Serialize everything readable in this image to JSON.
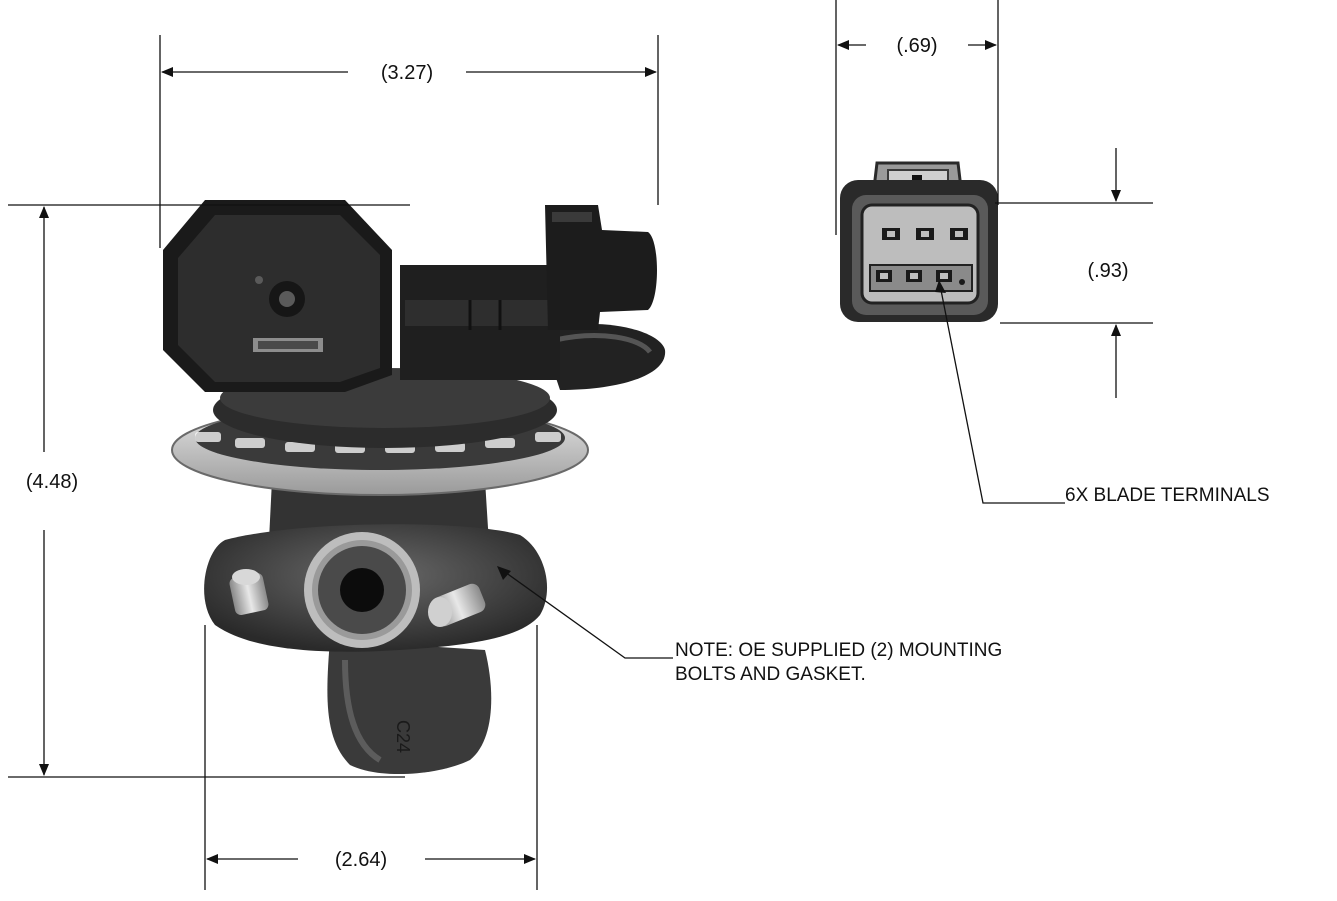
{
  "dimensions": {
    "width_overall": "(3.27)",
    "height_overall": "(4.48)",
    "bolt_spacing": "(2.64)",
    "connector_width": "(.69)",
    "connector_height": "(.93)"
  },
  "callouts": {
    "terminals": "6X BLADE TERMINALS",
    "note_line1": "NOTE:  OE SUPPLIED (2) MOUNTING",
    "note_line2": "BOLTS AND GASKET."
  },
  "colors": {
    "line": "#111111",
    "part_dark": "#2b2b2b",
    "part_mid": "#5a5a5a",
    "metal_light": "#cfcfcf"
  }
}
